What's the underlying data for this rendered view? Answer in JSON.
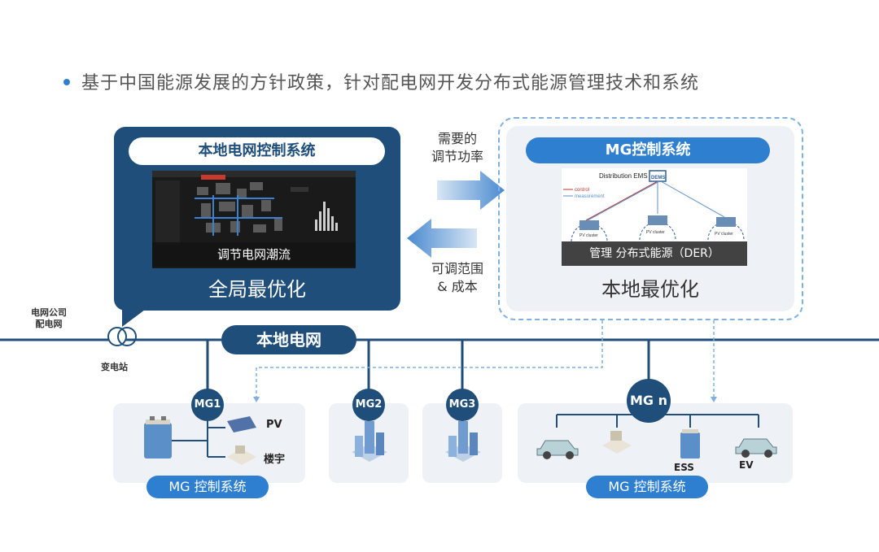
{
  "heading": {
    "text": "基于中国能源发展的方针政策，针对配电网开发分布式能源管理技术和系统"
  },
  "left_panel": {
    "title": "本地电网控制系统",
    "map_caption": "调节电网潮流",
    "footer": "全局最优化"
  },
  "arrows": {
    "top_label_line1": "需要的",
    "top_label_line2": "调节功率",
    "bottom_label_line1": "可调范围",
    "bottom_label_line2": "& 成本"
  },
  "right_panel": {
    "title": "MG控制系统",
    "ems_label": "Distribution EMS",
    "dems_label": "DEMS",
    "control_label": "control",
    "measurement_label": "measurement",
    "pv_cluster_label": "PV cluster",
    "der_caption": "管理 分布式能源（DER）",
    "footer": "本地最优化"
  },
  "grid": {
    "company_line1": "电网公司",
    "company_line2": "配电网",
    "substation": "变电站",
    "local_grid": "本地电网"
  },
  "microgrids": {
    "mg1": {
      "label": "MG1",
      "pv": "PV",
      "building": "楼宇",
      "control": "MG 控制系统"
    },
    "mg2": {
      "label": "MG2"
    },
    "mg3": {
      "label": "MG3"
    },
    "mgn": {
      "label": "MG n",
      "ess": "ESS",
      "ev": "EV",
      "control": "MG 控制系统"
    }
  },
  "colors": {
    "dark_blue": "#1f4e7a",
    "bright_blue": "#2f7fd1",
    "panel_grey": "#eef1f6",
    "dashed_line": "#7fb0de"
  }
}
